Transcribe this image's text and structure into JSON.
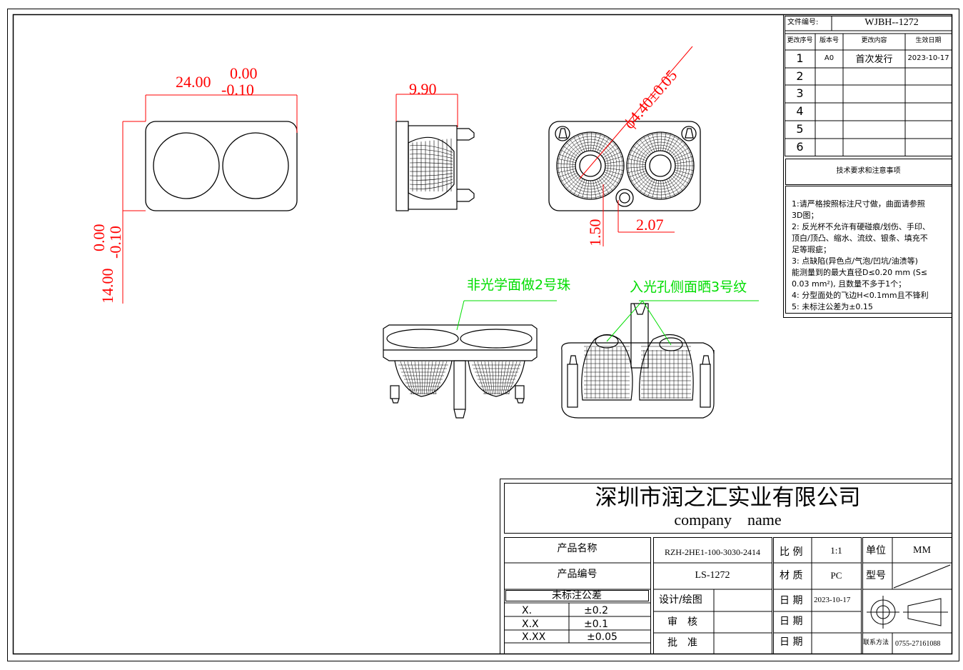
{
  "doc_header": {
    "doc_no_label": "文件编号:",
    "doc_no": "WJBH--1272"
  },
  "revisions": {
    "columns": [
      "更改序号",
      "版本号",
      "更改内容",
      "生效日期"
    ],
    "rows": [
      {
        "no": "1",
        "version": "A0",
        "content": "首次发行",
        "date": "2023-10-17"
      },
      {
        "no": "2",
        "version": "",
        "content": "",
        "date": ""
      },
      {
        "no": "3",
        "version": "",
        "content": "",
        "date": ""
      },
      {
        "no": "4",
        "version": "",
        "content": "",
        "date": ""
      },
      {
        "no": "5",
        "version": "",
        "content": "",
        "date": ""
      },
      {
        "no": "6",
        "version": "",
        "content": "",
        "date": ""
      }
    ]
  },
  "tech": {
    "title": "技术要求和注意事项",
    "lines": [
      "1:请严格按照标注尺寸做，曲面请参照",
      "3D图；",
      "2: 反光杯不允许有硬碰痕/划伤、手印、",
      "顶白/顶凸、缩水、流纹、银条、填充不",
      "足等瑕疵；",
      "3: 点缺陷(异色点/气泡/凹坑/油渍等)",
      "能测量到的最大直径D≤0.20 mm (S≤",
      "0.03 mm²),  且数量不多于1个；",
      "4: 分型面处的飞边H<0.1mm且不锋利",
      "5: 未标注公差为±0.15"
    ]
  },
  "dimensions": {
    "width": {
      "nominal": "24.00",
      "upper": "0.00",
      "lower": "-0.10"
    },
    "height": {
      "nominal": "14.00",
      "upper": "0.00",
      "lower": "-0.10"
    },
    "depth": "9.90",
    "hole_diameter": "ϕ4.40±0.05",
    "offset_a": "1.50",
    "offset_b": "2.07"
  },
  "annotations": {
    "non_optical": "非光学面做2号珠",
    "inlet_side": "入光孔侧面晒3号纹"
  },
  "colors": {
    "dimension": "#ff0000",
    "annotation": "#00dd00",
    "line": "#000000"
  },
  "title_block": {
    "company": "深圳市润之汇实业有限公司",
    "company_en": "company    name",
    "product_name_label": "产品名称",
    "product_name": "RZH-2HE1-100-3030-2414",
    "product_no_label": "产品编号",
    "product_no": "LS-1272",
    "tolerance_title": "未标注公差",
    "tolerances": [
      {
        "format": "X.",
        "value": "±0.2"
      },
      {
        "format": "X.X",
        "value": "±0.1"
      },
      {
        "format": "X.XX",
        "value": "±0.05"
      }
    ],
    "design_label": "设计/绘图",
    "review_label": "审　核",
    "approve_label": "批　准",
    "scale_label": "比 例",
    "scale": "1:1",
    "material_label": "材 质",
    "material": "PC",
    "date_label": "日 期",
    "date": "2023-10-17",
    "unit_label": "单位",
    "unit": "MM",
    "model_label": "型号",
    "contact_label": "联系方法",
    "contact": "0755-27161088"
  }
}
